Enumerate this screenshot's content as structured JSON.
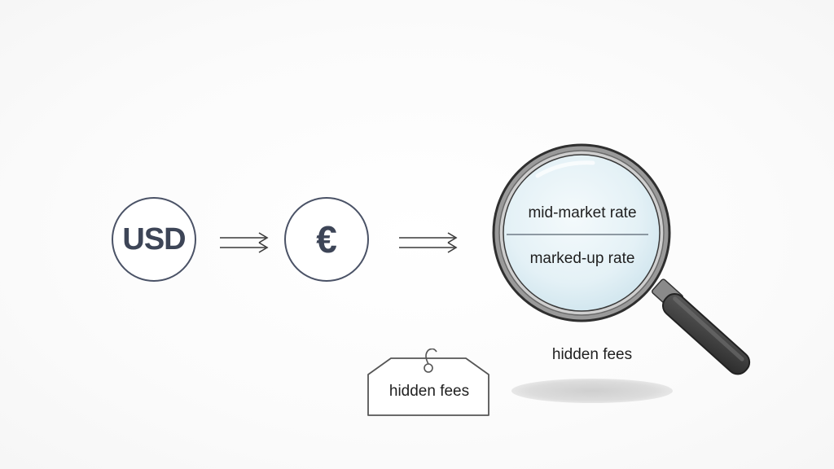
{
  "currencies": {
    "from": "USD",
    "to": "€"
  },
  "magnifier": {
    "top_rate": "mid-market rate",
    "bottom_rate": "marked-up rate",
    "caption": "hidden fees"
  },
  "tag": {
    "label": "hidden fees"
  },
  "colors": {
    "outline": "#4a5266",
    "lens_fill": "#e6f3f8",
    "handle": "#3a3a3a",
    "text": "#1f1f1f"
  }
}
